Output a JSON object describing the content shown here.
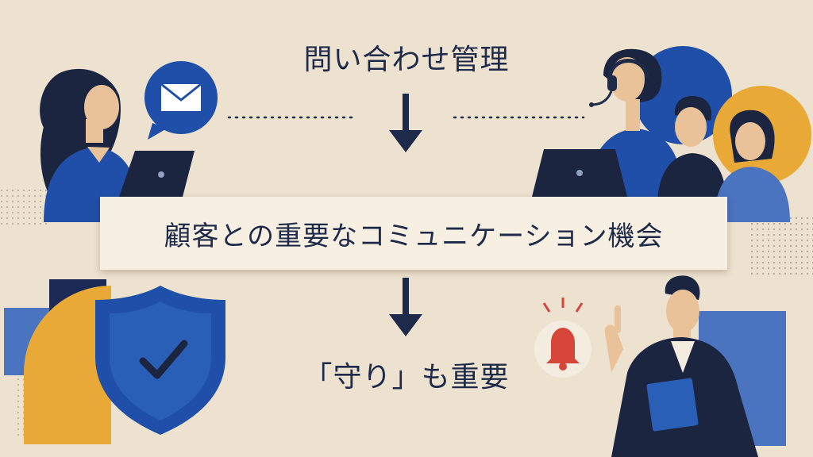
{
  "diagram": {
    "title": "問い合わせ管理",
    "center_message": "顧客との重要なコミュニケーション機会",
    "bottom_message": "「守り」も重要"
  },
  "colors": {
    "background": "#ede2cf",
    "navy": "#1e2a4a",
    "blue": "#1f4fa8",
    "light_blue": "#4a73c0",
    "yellow": "#e8a936",
    "red": "#d6453a",
    "skin": "#e9c29a",
    "box": "#f6efe2"
  },
  "icons": [
    "envelope-icon",
    "shield-check-icon",
    "alarm-bell-icon",
    "headset-icon",
    "laptop-icon",
    "down-arrow-icon"
  ]
}
